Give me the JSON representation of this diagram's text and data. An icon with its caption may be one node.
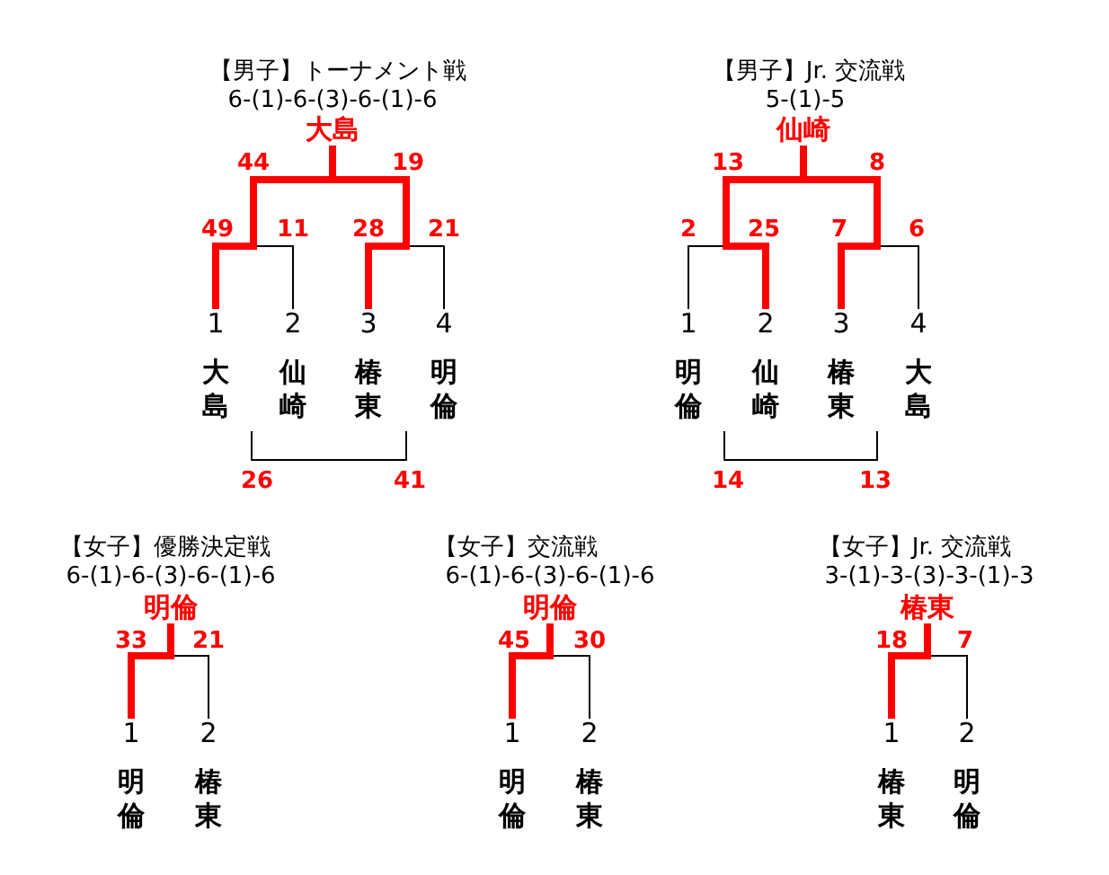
{
  "diagram": {
    "nodes": [
      {
        "text": [
          "大島"
        ]
      },
      {
        "text": [
          "1",
          "大島"
        ]
      },
      {
        "text": [
          "2",
          "仙崎"
        ]
      },
      {
        "text": [
          "3",
          "椿東"
        ]
      },
      {
        "text": [
          "4",
          "明倫"
        ]
      },
      {
        "text": [
          "仙崎"
        ]
      },
      {
        "text": [
          "1",
          "明倫"
        ]
      },
      {
        "text": [
          "2",
          "仙崎"
        ]
      },
      {
        "text": [
          "3",
          "椿東"
        ]
      },
      {
        "text": [
          "4",
          "大島"
        ]
      },
      {
        "text": [
          "明倫"
        ]
      },
      {
        "text": [
          "1",
          "明倫"
        ]
      },
      {
        "text": [
          "2",
          "椿東"
        ]
      },
      {
        "text": [
          "明倫"
        ]
      },
      {
        "text": [
          "1",
          "明倫"
        ]
      },
      {
        "text": [
          "2",
          "椿東"
        ]
      },
      {
        "text": [
          "椿東"
        ]
      },
      {
        "text": [
          "1",
          "椿東"
        ]
      },
      {
        "text": [
          "2",
          "明倫"
        ]
      }
    ],
    "edges": [
      {
        "from": 1,
        "to": 0,
        "arrow": "none",
        "style": "thick",
        "color": "#ff0000"
      },
      {
        "from": 2,
        "to": 0,
        "arrow": "none",
        "color": "#000000"
      },
      {
        "from": 3,
        "to": 0,
        "arrow": "none",
        "style": "thick",
        "color": "#ff0000"
      },
      {
        "from": 4,
        "to": 0,
        "arrow": "none",
        "color": "#000000"
      },
      {
        "from": 7,
        "to": 5,
        "arrow": "none",
        "style": "thick",
        "color": "#ff0000"
      },
      {
        "from": 6,
        "to": 5,
        "arrow": "none",
        "color": "#000000"
      },
      {
        "from": 8,
        "to": 5,
        "arrow": "none",
        "style": "thick",
        "color": "#ff0000"
      },
      {
        "from": 9,
        "to": 5,
        "arrow": "none",
        "color": "#000000"
      },
      {
        "from": 11,
        "to": 10,
        "arrow": "none",
        "style": "thick",
        "color": "#ff0000"
      },
      {
        "from": 12,
        "to": 10,
        "arrow": "none",
        "color": "#000000"
      },
      {
        "from": 14,
        "to": 13,
        "arrow": "none",
        "style": "thick",
        "color": "#ff0000"
      },
      {
        "from": 15,
        "to": 13,
        "arrow": "none",
        "color": "#000000"
      },
      {
        "from": 17,
        "to": 16,
        "arrow": "none",
        "style": "thick",
        "color": "#ff0000"
      },
      {
        "from": 18,
        "to": 16,
        "arrow": "none",
        "color": "#000000"
      }
    ],
    "labels": [
      "【男子】トーナメント戦",
      "6-(1)-6-(3)-6-(1)-6",
      "【男子】Jr. 交流戦",
      "5-(1)-5",
      "44",
      "19",
      "13",
      "8",
      "49",
      "11",
      "28",
      "21",
      "2",
      "25",
      "7",
      "6",
      "26",
      "41",
      "14",
      "13",
      "【女子】優勝決定戦",
      "【女子】交流戦",
      "【女子】Jr. 交流戦",
      "6-(1)-6-(3)-6-(1)-6",
      "6-(1)-6-(3)-6-(1)-6",
      "3-(1)-3-(3)-3-(1)-3",
      "33",
      "21",
      "45",
      "30",
      "18",
      "7"
    ]
  }
}
